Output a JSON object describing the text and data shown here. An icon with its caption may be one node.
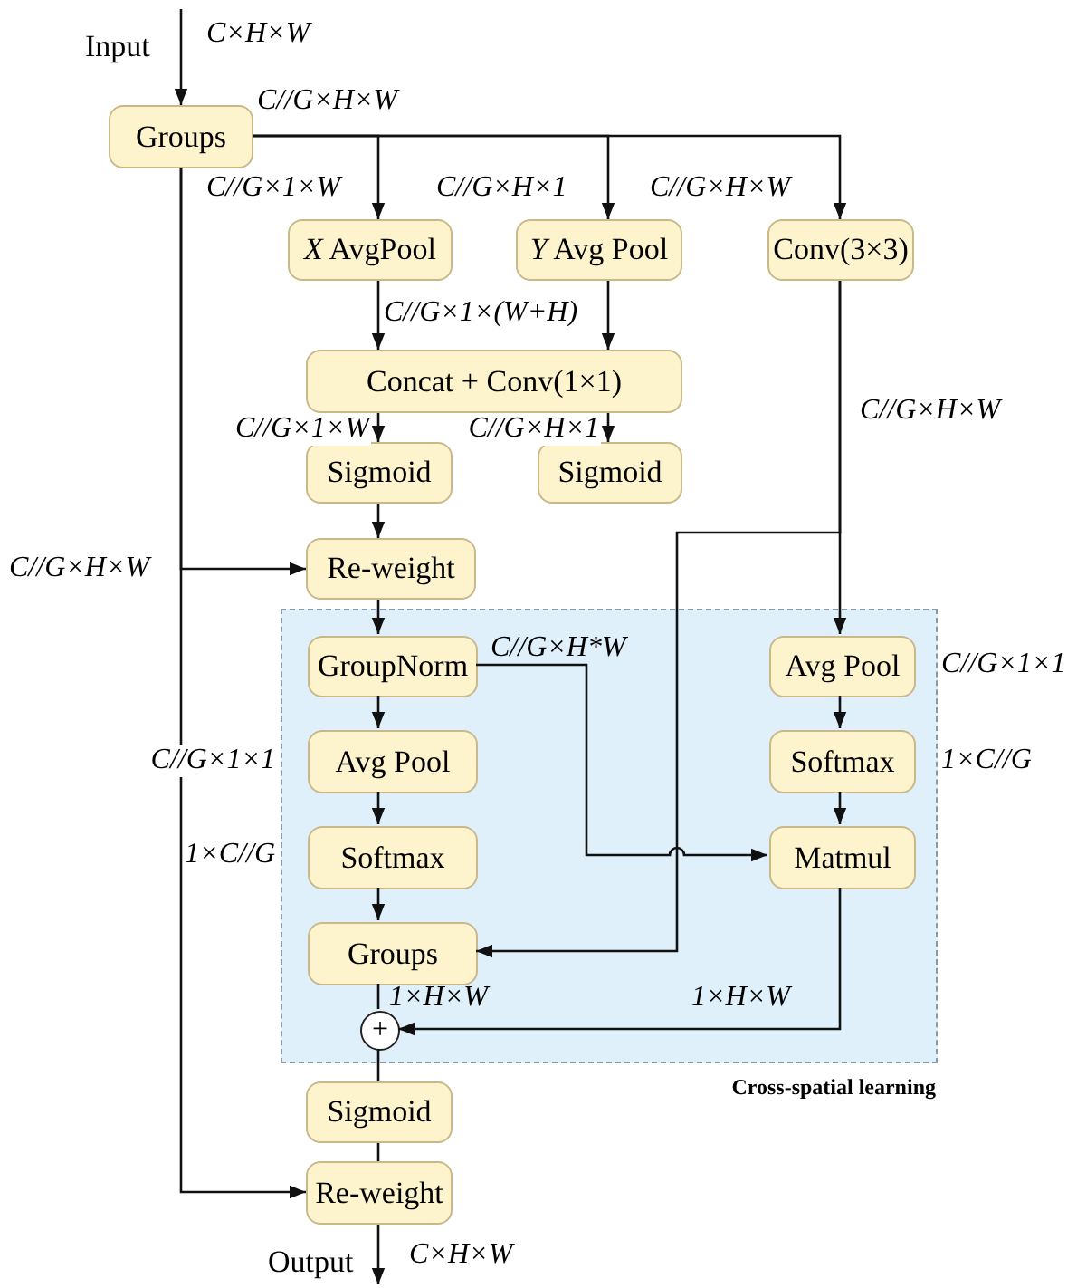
{
  "diagram": {
    "nodes": [
      {
        "text": [
          "Groups"
        ]
      },
      {
        "text": [
          "*X* AvgPool"
        ]
      },
      {
        "text": [
          "*Y* Avg Pool"
        ]
      },
      {
        "text": [
          "Conv(3×3)"
        ]
      },
      {
        "text": [
          "Concat + Conv(1×1)"
        ]
      },
      {
        "text": [
          "Sigmoid"
        ]
      },
      {
        "text": [
          "Sigmoid"
        ]
      },
      {
        "text": [
          "Re-weight"
        ]
      },
      {
        "text": [
          "Cross-spatial learning"
        ]
      },
      {
        "text": [
          "GroupNorm"
        ],
        "in": 8
      },
      {
        "text": [
          "Avg Pool"
        ],
        "in": 8
      },
      {
        "text": [
          "Softmax"
        ],
        "in": 8
      },
      {
        "text": [
          "Groups"
        ],
        "in": 8
      },
      {
        "text": [
          "+"
        ],
        "in": 8
      },
      {
        "text": [
          "Avg Pool"
        ],
        "in": 8
      },
      {
        "text": [
          "Softmax"
        ],
        "in": 8
      },
      {
        "text": [
          "Matmul"
        ],
        "in": 8
      },
      {
        "text": [
          "Sigmoid"
        ]
      },
      {
        "text": [
          "Re-weight"
        ]
      }
    ],
    "edges": [
      {
        "from": null,
        "to": 0,
        "arrow": "to",
        "label": "Input"
      },
      {
        "from": 0,
        "to": 1,
        "arrow": "to"
      },
      {
        "from": 0,
        "to": 2,
        "arrow": "to"
      },
      {
        "from": 0,
        "to": 3,
        "arrow": "to"
      },
      {
        "from": 1,
        "to": 4,
        "arrow": "to"
      },
      {
        "from": 2,
        "to": 4,
        "arrow": "to"
      },
      {
        "from": 4,
        "to": 5,
        "arrow": "to"
      },
      {
        "from": 4,
        "to": 6,
        "arrow": "to"
      },
      {
        "from": 5,
        "to": 7,
        "arrow": "to"
      },
      {
        "from": 0,
        "to": 7,
        "arrow": "to"
      },
      {
        "from": 0,
        "to": 18,
        "arrow": "to"
      },
      {
        "from": 7,
        "to": 9,
        "arrow": "to"
      },
      {
        "from": 9,
        "to": 10,
        "arrow": "to"
      },
      {
        "from": 10,
        "to": 11,
        "arrow": "to"
      },
      {
        "from": 11,
        "to": 12,
        "arrow": "to"
      },
      {
        "from": 3,
        "to": 14,
        "arrow": "to"
      },
      {
        "from": 3,
        "to": 12,
        "arrow": "to"
      },
      {
        "from": 9,
        "to": 16,
        "arrow": "to"
      },
      {
        "from": 14,
        "to": 15,
        "arrow": "to"
      },
      {
        "from": 15,
        "to": 16,
        "arrow": "to"
      },
      {
        "from": 16,
        "to": 13,
        "arrow": "to"
      },
      {
        "from": 12,
        "to": 13,
        "arrow": "none"
      },
      {
        "from": 13,
        "to": 17,
        "arrow": "none"
      },
      {
        "from": 17,
        "to": 18,
        "arrow": "none"
      },
      {
        "from": 18,
        "to": null,
        "arrow": "to",
        "label": "Output"
      }
    ],
    "labels": [
      "C×H×W",
      "C//G×H×W",
      "C//G×1×W",
      "C//G×H×1",
      "C//G×H×W",
      "C//G×1×(W+H)",
      "C//G×H×W",
      "C//G×1×W",
      "C//G×H×1",
      "C//G×H×W",
      "C//G×H*W",
      "C//G×1×1",
      "C//G×1×1",
      "1×C//G",
      "1×C//G",
      "1×H×W",
      "1×H×W",
      "C×H×W"
    ]
  }
}
